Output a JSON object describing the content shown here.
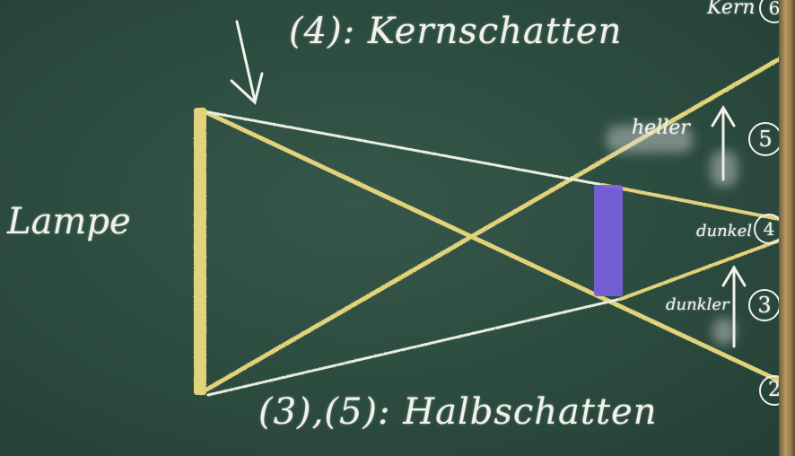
{
  "chalkboard": {
    "title_core": "(4): Kernschatten",
    "title_half": "(3),(5): Halbschatten",
    "lamp_label": "Lampe",
    "brighter_label": "heller",
    "darker_label": "dunkel",
    "darker2_label": "dunkler",
    "top_fragment": "Kern",
    "markers": {
      "m2": "2",
      "m3": "3",
      "m4": "4",
      "m5": "5",
      "m6": "6"
    }
  },
  "colors": {
    "board": "#2c4b3f",
    "chalk_yellow": "#e2d27a",
    "chalk_white": "#f2f2ec",
    "obstacle": "#7a5ee0",
    "frame": "#b79a62"
  }
}
